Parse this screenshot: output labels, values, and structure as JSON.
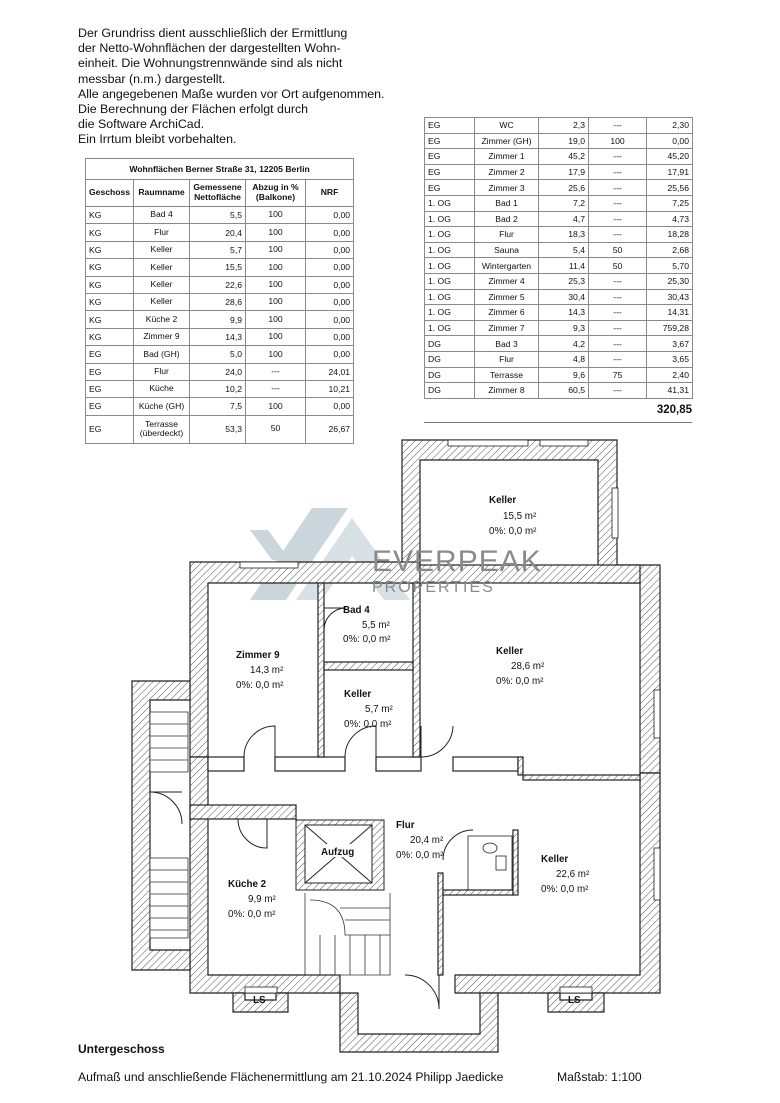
{
  "intro_lines": [
    "Der Grundriss dient ausschließlich der Ermittlung",
    "der Netto-Wohnflächen der dargestellten Wohn-",
    "einheit. Die Wohnungstrennwände sind als nicht",
    "messbar (n.m.) dargestellt.",
    "Alle angegebenen Maße wurden vor Ort aufgenommen.",
    "Die Berechnung der Flächen erfolgt durch",
    "die Software ArchiCad.",
    "Ein Irrtum bleibt vorbehalten."
  ],
  "table1": {
    "title": "Wohnflächen Berner Straße 31, 12205 Berlin",
    "headers": [
      "Geschoss",
      "Raumname",
      "Gemessene Nettofläche",
      "Abzug in % (Balkone)",
      "NRF"
    ],
    "rows": [
      [
        "KG",
        "Bad 4",
        "5,5",
        "100",
        "0,00"
      ],
      [
        "KG",
        "Flur",
        "20,4",
        "100",
        "0,00"
      ],
      [
        "KG",
        "Keller",
        "5,7",
        "100",
        "0,00"
      ],
      [
        "KG",
        "Keller",
        "15,5",
        "100",
        "0,00"
      ],
      [
        "KG",
        "Keller",
        "22,6",
        "100",
        "0,00"
      ],
      [
        "KG",
        "Keller",
        "28,6",
        "100",
        "0,00"
      ],
      [
        "KG",
        "Küche 2",
        "9,9",
        "100",
        "0,00"
      ],
      [
        "KG",
        "Zimmer 9",
        "14,3",
        "100",
        "0,00"
      ],
      [
        "EG",
        "Bad (GH)",
        "5,0",
        "100",
        "0,00"
      ],
      [
        "EG",
        "Flur",
        "24,0",
        "---",
        "24,01"
      ],
      [
        "EG",
        "Küche",
        "10,2",
        "---",
        "10,21"
      ],
      [
        "EG",
        "Küche (GH)",
        "7,5",
        "100",
        "0,00"
      ],
      [
        "EG",
        "Terrasse (überdeckt)",
        "53,3",
        "50",
        "26,67"
      ]
    ]
  },
  "table2": {
    "rows": [
      [
        "EG",
        "WC",
        "2,3",
        "---",
        "2,30"
      ],
      [
        "EG",
        "Zimmer (GH)",
        "19,0",
        "100",
        "0,00"
      ],
      [
        "EG",
        "Zimmer 1",
        "45,2",
        "---",
        "45,20"
      ],
      [
        "EG",
        "Zimmer 2",
        "17,9",
        "---",
        "17,91"
      ],
      [
        "EG",
        "Zimmer 3",
        "25,6",
        "---",
        "25,56"
      ],
      [
        "1. OG",
        "Bad 1",
        "7,2",
        "---",
        "7,25"
      ],
      [
        "1. OG",
        "Bad 2",
        "4,7",
        "---",
        "4,73"
      ],
      [
        "1. OG",
        "Flur",
        "18,3",
        "---",
        "18,28"
      ],
      [
        "1. OG",
        "Sauna",
        "5,4",
        "50",
        "2,68"
      ],
      [
        "1. OG",
        "Wintergarten",
        "11,4",
        "50",
        "5,70"
      ],
      [
        "1. OG",
        "Zimmer 4",
        "25,3",
        "---",
        "25,30"
      ],
      [
        "1. OG",
        "Zimmer 5",
        "30,4",
        "---",
        "30,43"
      ],
      [
        "1. OG",
        "Zimmer 6",
        "14,3",
        "---",
        "14,31"
      ],
      [
        "1. OG",
        "Zimmer 7",
        "9,3",
        "---",
        "759,28"
      ],
      [
        "DG",
        "Bad 3",
        "4,2",
        "---",
        "3,67"
      ],
      [
        "DG",
        "Flur",
        "4,8",
        "---",
        "3,65"
      ],
      [
        "DG",
        "Terrasse",
        "9,6",
        "75",
        "2,40"
      ],
      [
        "DG",
        "Zimmer 8",
        "60,5",
        "---",
        "41,31"
      ]
    ],
    "total": "320,85"
  },
  "plan": {
    "rooms": {
      "keller155": {
        "name": "Keller",
        "area": "15,5 m²",
        "pct": "0%: 0,0 m²"
      },
      "bad4": {
        "name": "Bad 4",
        "area": "5,5 m²",
        "pct": "0%: 0,0 m²"
      },
      "zimmer9": {
        "name": "Zimmer 9",
        "area": "14,3 m²",
        "pct": "0%: 0,0 m²"
      },
      "keller286": {
        "name": "Keller",
        "area": "28,6 m²",
        "pct": "0%: 0,0 m²"
      },
      "keller57": {
        "name": "Keller",
        "area": "5,7 m²",
        "pct": "0%: 0,0 m²"
      },
      "flur": {
        "name": "Flur",
        "area": "20,4 m²",
        "pct": "0%: 0,0 m²"
      },
      "aufzug": {
        "name": "Aufzug"
      },
      "keller226": {
        "name": "Keller",
        "area": "22,6 m²",
        "pct": "0%: 0,0 m²"
      },
      "kueche2": {
        "name": "Küche 2",
        "area": "9,9 m²",
        "pct": "0%: 0,0 m²"
      }
    },
    "ls_label": "LS",
    "watermark": {
      "line1": "EVERPEAK",
      "line2": "PROPERTIES"
    }
  },
  "footer": {
    "floor": "Untergeschoss",
    "note": "Aufmaß und anschließende Flächenermittlung am 21.10.2024  Philipp Jaedicke",
    "scale": "Maßstab: 1:100"
  }
}
